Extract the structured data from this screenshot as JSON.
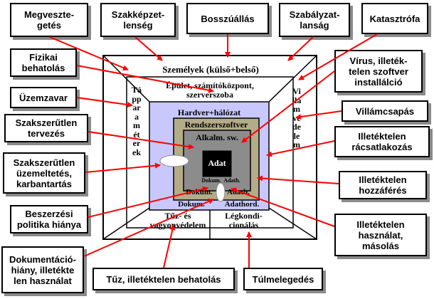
{
  "threats": {
    "megvesztegetes": "Megveszte-\ngetés",
    "szakkepzetlenseg": "Szakképzet-\nlenség",
    "bosszuallas": "Bosszúállás",
    "szabalyzatlansag": "Szabályzat-\nlanság",
    "katasztrofa": "Katasztrófa",
    "fizikai_behatolas": "Fizikai\nbehatolás",
    "virus": "Vírus, illeték-\ntelen szoftver\ninstallálció",
    "uzemzavar": "Üzemzavar",
    "villamcsapas": "Villámcsapás",
    "szakszerutlen_tervezes": "Szakszerűtlen\ntervezés",
    "illetektelen_racsatlakozas": "Illetéktelen\nrácsatlakozás",
    "szakszerutlen_uzemeltetes": "Szakszerűtlen\nüzemeltetés,\nkarbantartás",
    "illetektelen_hozzaferes": "Illetéktelen\nhozzáférés",
    "beszerzesi_politika": "Beszerzési\npolitika hiánya",
    "illetektelen_hasznalat": "Illetéktelen\nhasználat,\nmásolás",
    "dokumentacio_hiany": "Dokumentáció-\nhiány, illetékte\nlen használat",
    "tuz_behatolas": "Tűz, illetéktelen behatolás",
    "tulmelegedes": "Túlmelegedés"
  },
  "layers": {
    "szemelyek": "Személyek (külső+belső)",
    "epulet": "Épület, számítóközpont,\nszerverszoba",
    "hardver": "Hardver+hálózat",
    "rendszerszoftver": "Rendszerszoftver",
    "alkalm": "Alkalm. sw.",
    "adat": "Adat",
    "dokum_a": "Dokum.",
    "adath_a": "Adath.",
    "dokum_b": "Dokum.",
    "adath_b": "Adath.",
    "dokum_c": "Dokum.",
    "adathord": "Adathord.",
    "tuz_vagyon": "Tűz- és\nvagyonvédelem",
    "legkondi": "Légkondi-\ncionálás",
    "taparameterek": "Tápparaméterek",
    "villamvedelem": "Villámvédelem"
  },
  "colors": {
    "arrow": "#ff0000",
    "hardver_fill": "#c8c8ff",
    "rendszer_fill": "#b4ac88",
    "alkalm_fill": "#8c8c8c",
    "adat_fill": "#000000",
    "shadow": "#8a8a8a"
  }
}
